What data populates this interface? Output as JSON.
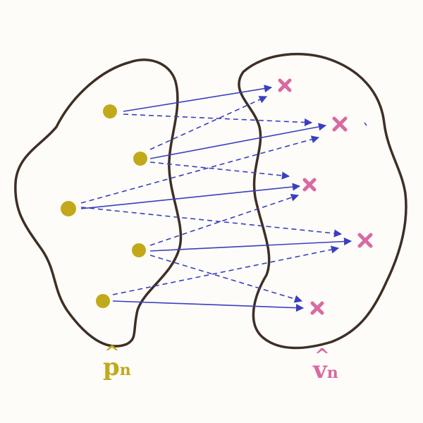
{
  "colors": {
    "background": "#fdfcf9",
    "blob_outline": "#3e2f25",
    "source_dot": "#c2a91a",
    "target_cross": "#d96aa0",
    "arrow": "#3a3fc0"
  },
  "labels": {
    "left_set": "p",
    "left_set_subscript": "n",
    "left_set_hat": "^",
    "right_set": "v",
    "right_set_subscript": "n",
    "right_set_hat": "^"
  },
  "icons": {
    "source_point": "filled-circle",
    "target_point": "x-cross"
  }
}
